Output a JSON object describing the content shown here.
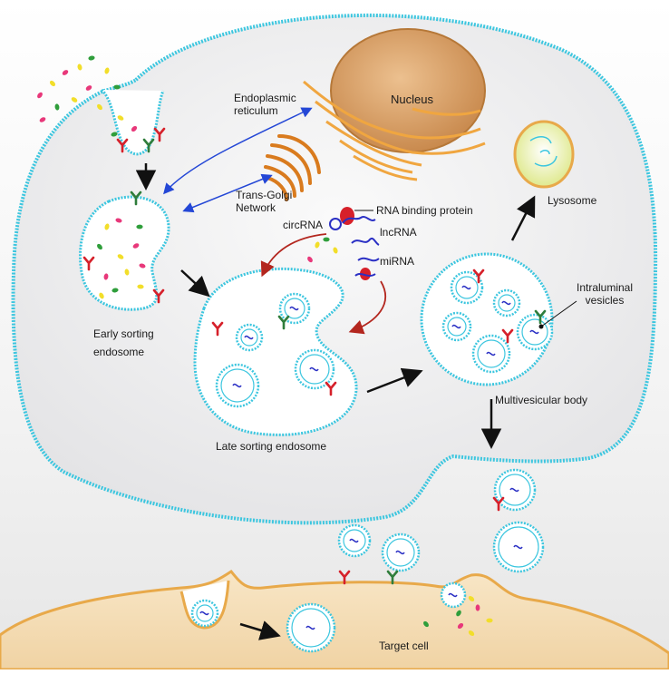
{
  "labels": {
    "nucleus": "Nucleus",
    "er_line1": "Endoplasmic",
    "er_line2": "reticulum",
    "golgi_line1": "Trans-Golgi",
    "golgi_line2": "Network",
    "rbp": "RNA binding protein",
    "circrna": "circRNA",
    "lncrna": "lncRNA",
    "mirna": "miRNA",
    "lysosome": "Lysosome",
    "ilv_line1": "Intraluminal",
    "ilv_line2": "vesicles",
    "early_line1": "Early sorting",
    "early_line2": "endosome",
    "late": "Late sorting endosome",
    "mvb": "Multivesicular body",
    "target": "Target cell"
  },
  "colors": {
    "membrane": "#3cc6df",
    "cytoplasm": "#e9e9ea",
    "nucleus": "#d9a36b",
    "golgi": "#d97b1e",
    "er": "#f0a640",
    "target_cell": "#f4e0bf",
    "target_membrane": "#e8a94a",
    "rna": "#2a2fc4",
    "rbp": "#d6202a",
    "arrow_black": "#111111",
    "arrow_blue": "#2447d6",
    "arrow_red": "#b3261e",
    "lysosome": "#e4ef9a"
  }
}
